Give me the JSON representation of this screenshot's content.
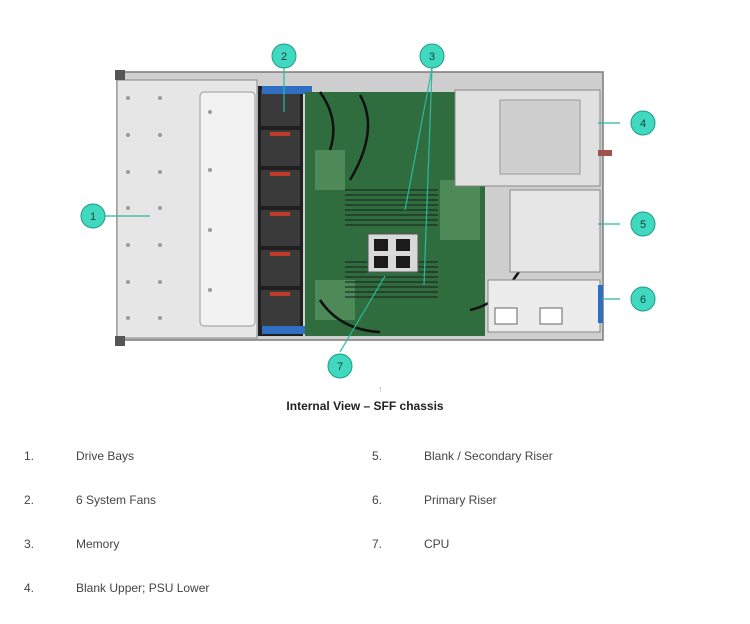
{
  "callouts": [
    "1",
    "2",
    "3",
    "4",
    "5",
    "6",
    "7"
  ],
  "caption": "Internal View – SFF chassis",
  "caption_dot": "↑",
  "legend": [
    {
      "num": "1.",
      "label": "Drive Bays"
    },
    {
      "num": "2.",
      "label": "6 System Fans"
    },
    {
      "num": "3.",
      "label": "Memory"
    },
    {
      "num": "4.",
      "label": "Blank Upper; PSU Lower"
    },
    {
      "num": "5.",
      "label": "Blank / Secondary Riser"
    },
    {
      "num": "6.",
      "label": "Primary Riser"
    },
    {
      "num": "7.",
      "label": "CPU"
    }
  ],
  "colors": {
    "callout_fill": "#40d9c0",
    "callout_stroke": "#1e9c86",
    "chassis": "#d6d6d6",
    "board": "#2f6d3e",
    "fan": "#1c1c1c",
    "accent_blue": "#2f6ec2"
  }
}
